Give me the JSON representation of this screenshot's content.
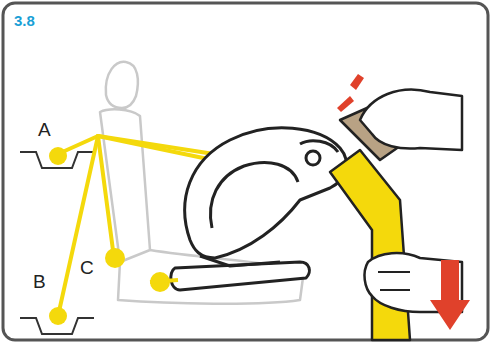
{
  "diagram": {
    "labels": [
      "3.8",
      "A",
      "B",
      "C"
    ]
  }
}
